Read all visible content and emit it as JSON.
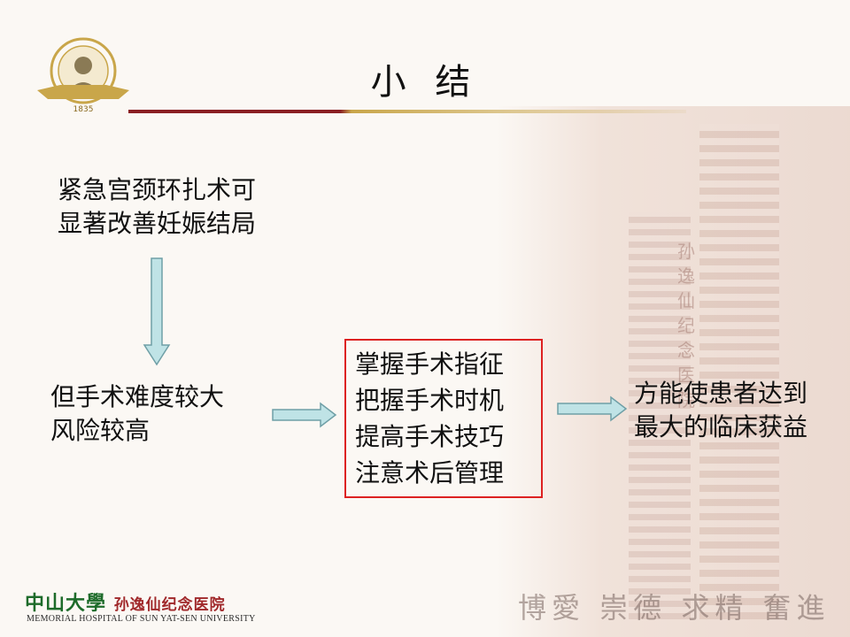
{
  "slide": {
    "title": "小 结",
    "node_start": [
      "紧急宫颈环扎术可",
      "显著改善妊娠结局"
    ],
    "node_risk": [
      "但手术难度较大",
      "风险较高"
    ],
    "node_measures": [
      "掌握手术指征",
      "把握手术时机",
      "提高手术技巧",
      "注意术后管理"
    ],
    "node_outcome": [
      "方能使患者达到",
      "最大的临床获益"
    ]
  },
  "branding": {
    "university_cn": "中山大學",
    "hospital_cn": "孙逸仙纪念医院",
    "hospital_en": "MEMORIAL HOSPITAL OF SUN YAT-SEN UNIVERSITY",
    "motto": "博愛 崇德 求精 奮進",
    "logo_year": "1835",
    "building_sign": "孙逸仙纪念医院"
  },
  "colors": {
    "arrow_fill": "#bfe3e6",
    "arrow_stroke": "#6f9fa6",
    "box_border": "#dd2222",
    "title_line_red": "#8a1f23",
    "title_line_gold": "#c9a64a"
  }
}
